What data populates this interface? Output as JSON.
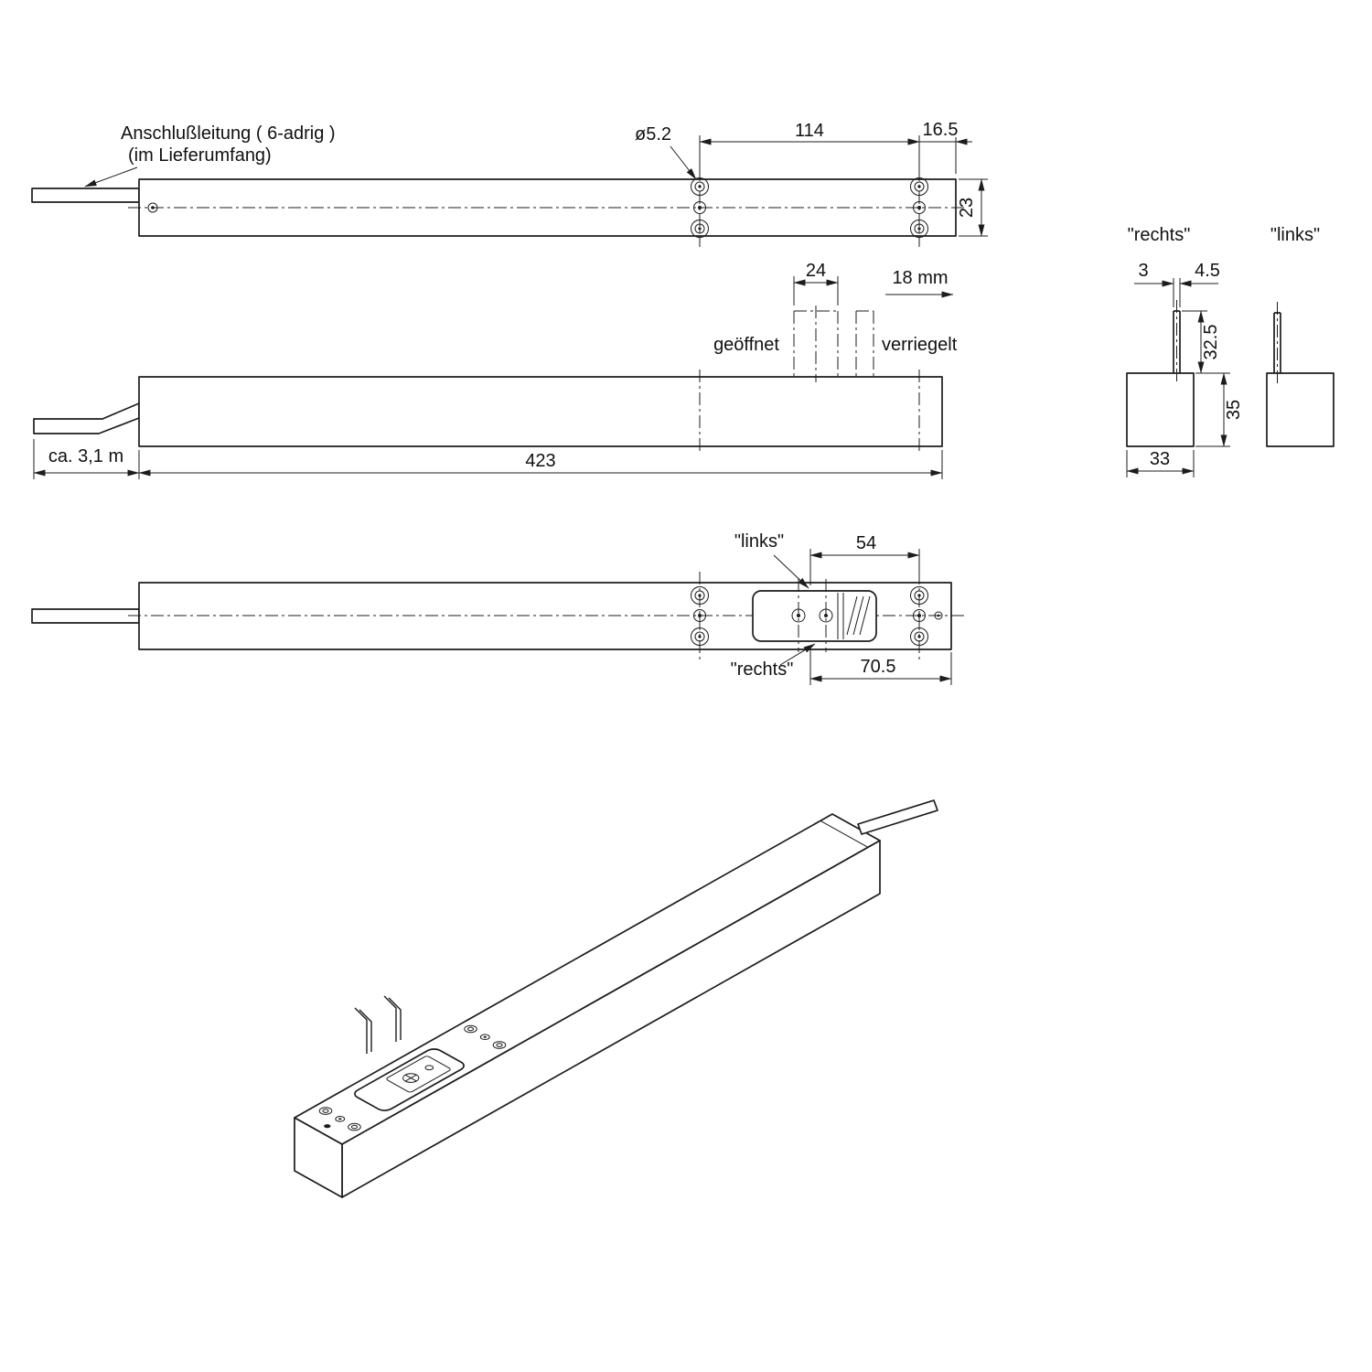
{
  "drawing": {
    "annotations": {
      "cable_label_line1": "Anschlußleitung ( 6-adrig )",
      "cable_label_line2": "(im Lieferumfang)",
      "cable_length": "ca. 3,1 m",
      "open_label": "geöffnet",
      "locked_label": "verriegelt",
      "stroke_label": "18 mm",
      "right_heading": "\"rechts\"",
      "left_heading": "\"links\"",
      "left_callout": "\"links\"",
      "right_callout": "\"rechts\""
    },
    "dimensions": {
      "hole_diameter": "ø5.2",
      "hole_spacing": "114",
      "hole_end_offset": "16.5",
      "profile_depth": "23",
      "bolt_width": "24",
      "housing_length": "423",
      "pin_to_hole": "54",
      "pin_to_end": "70.5",
      "bolt_edge_offset": "3",
      "bolt_thickness": "4.5",
      "bolt_protrusion": "32.5",
      "profile_height": "35",
      "profile_width": "33"
    },
    "colors": {
      "line": "#1c1c1c",
      "background": "#ffffff"
    }
  }
}
